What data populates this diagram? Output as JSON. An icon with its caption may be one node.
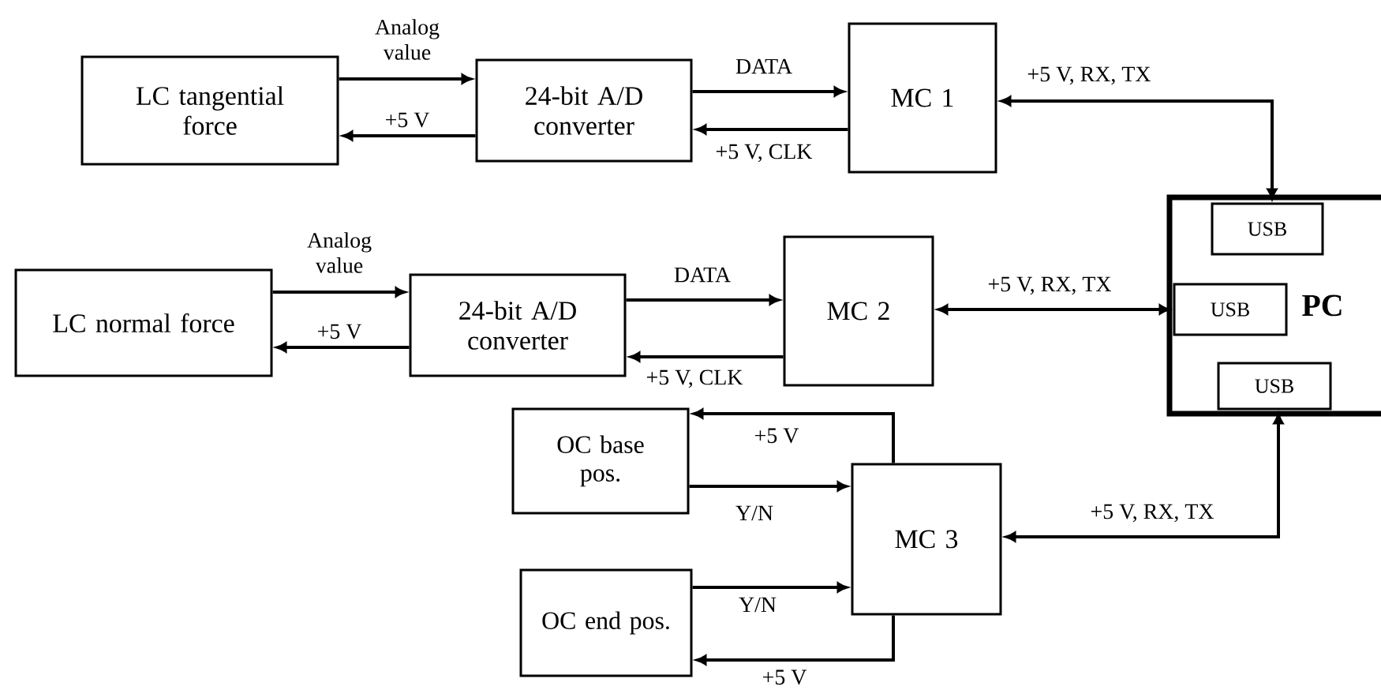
{
  "diagram": {
    "nodes": [
      {
        "text": [
          "LC tangential force"
        ]
      },
      {
        "text": [
          "24-bit A/D converter"
        ]
      },
      {
        "text": [
          "MC 1"
        ]
      },
      {
        "text": [
          "LC normal force"
        ]
      },
      {
        "text": [
          "24-bit A/D converter"
        ]
      },
      {
        "text": [
          "MC 2"
        ]
      },
      {
        "text": [
          "PC"
        ]
      },
      {
        "text": [
          "USB"
        ],
        "in": 6
      },
      {
        "text": [
          "USB"
        ],
        "in": 6
      },
      {
        "text": [
          "USB"
        ],
        "in": 6
      },
      {
        "text": [
          "OC base pos."
        ]
      },
      {
        "text": [
          "MC 3"
        ]
      },
      {
        "text": [
          "OC end pos."
        ]
      }
    ],
    "edges": [
      {
        "from": 0,
        "to": 1,
        "arrow": "to",
        "label": "Analog value"
      },
      {
        "from": 1,
        "to": 0,
        "arrow": "to",
        "label": "+5 V"
      },
      {
        "from": 1,
        "to": 2,
        "arrow": "to",
        "label": "DATA"
      },
      {
        "from": 2,
        "to": 1,
        "arrow": "to",
        "label": "+5 V, CLK"
      },
      {
        "from": 2,
        "to": 7,
        "arrow": "both",
        "label": "+5 V, RX, TX"
      },
      {
        "from": 3,
        "to": 4,
        "arrow": "to",
        "label": "Analog value"
      },
      {
        "from": 4,
        "to": 3,
        "arrow": "to",
        "label": "+5 V"
      },
      {
        "from": 4,
        "to": 5,
        "arrow": "to",
        "label": "DATA"
      },
      {
        "from": 5,
        "to": 4,
        "arrow": "to",
        "label": "+5 V, CLK"
      },
      {
        "from": 5,
        "to": 8,
        "arrow": "both",
        "label": "+5 V, RX, TX"
      },
      {
        "from": 11,
        "to": 10,
        "arrow": "to",
        "label": "+5 V"
      },
      {
        "from": 10,
        "to": 11,
        "arrow": "to",
        "label": "Y/N"
      },
      {
        "from": 12,
        "to": 11,
        "arrow": "to",
        "label": "Y/N"
      },
      {
        "from": 11,
        "to": 12,
        "arrow": "to",
        "label": "+5 V"
      },
      {
        "from": 11,
        "to": 9,
        "arrow": "both",
        "label": "+5 V, RX, TX"
      }
    ]
  }
}
